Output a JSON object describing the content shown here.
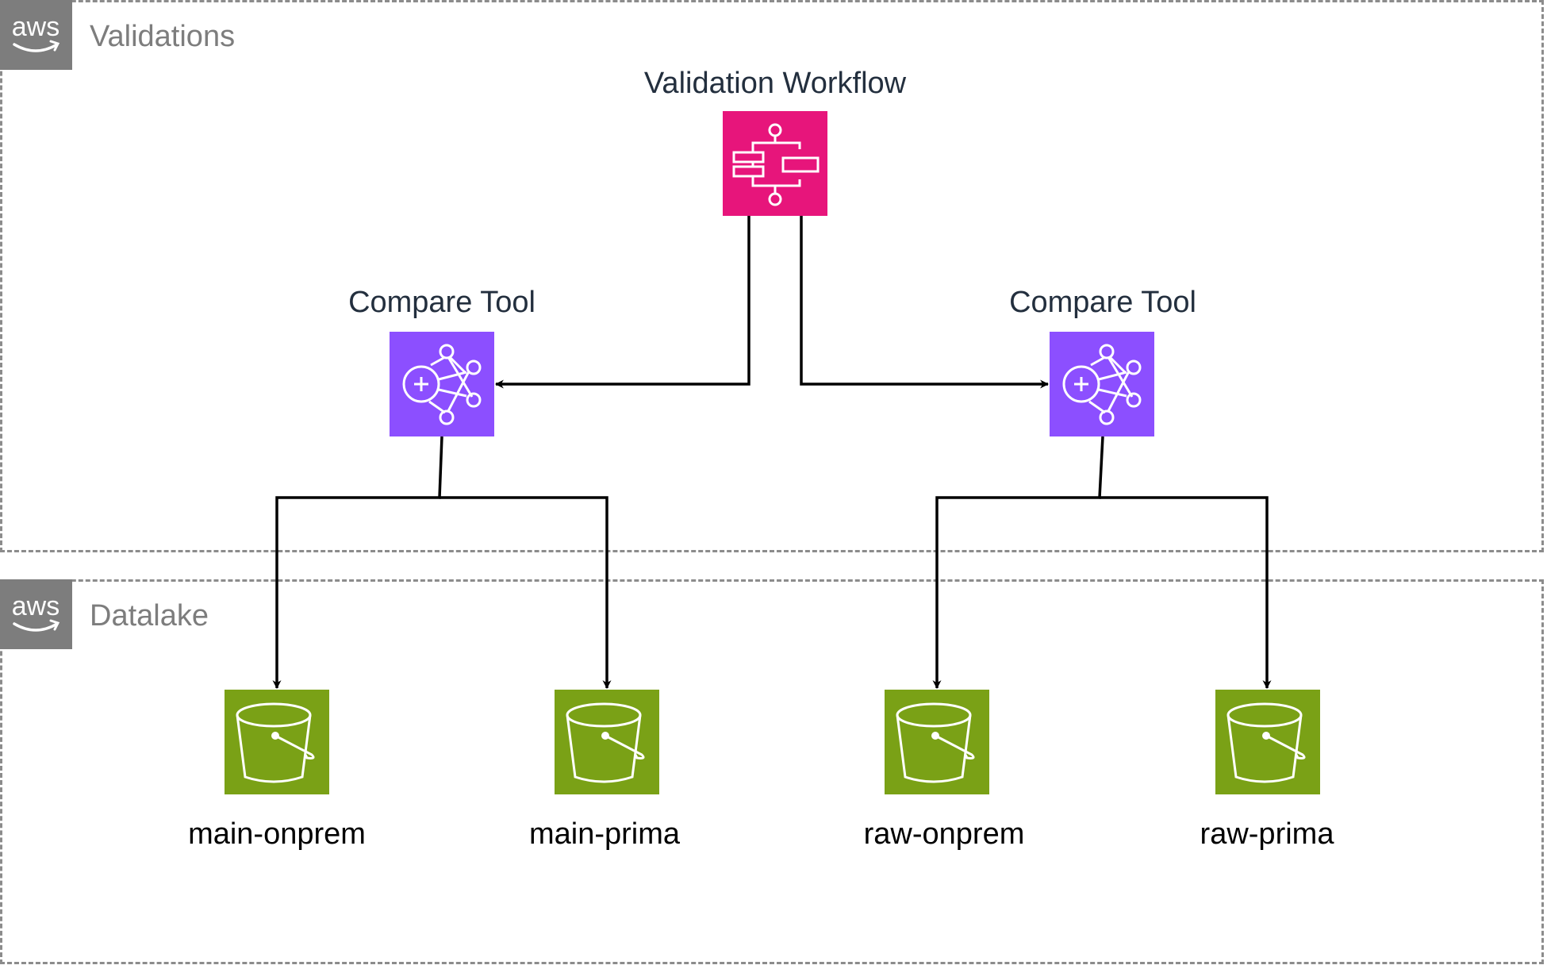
{
  "groups": {
    "validations": {
      "title": "Validations",
      "badge": "aws"
    },
    "datalake": {
      "title": "Datalake",
      "badge": "aws"
    }
  },
  "nodes": {
    "workflow": {
      "label": "Validation Workflow",
      "icon": "step-functions-icon",
      "color": "#e7157b"
    },
    "compare_left": {
      "label": "Compare Tool",
      "icon": "compare-network-icon",
      "color": "#8c4fff"
    },
    "compare_right": {
      "label": "Compare Tool",
      "icon": "compare-network-icon",
      "color": "#8c4fff"
    },
    "buckets": [
      {
        "label": "main-onprem",
        "icon": "s3-bucket-icon",
        "color": "#7aa116"
      },
      {
        "label": "main-prima",
        "icon": "s3-bucket-icon",
        "color": "#7aa116"
      },
      {
        "label": "raw-onprem",
        "icon": "s3-bucket-icon",
        "color": "#7aa116"
      },
      {
        "label": "raw-prima",
        "icon": "s3-bucket-icon",
        "color": "#7aa116"
      }
    ]
  },
  "edges": [
    {
      "from": "Validation Workflow",
      "to": "Compare Tool (left)"
    },
    {
      "from": "Validation Workflow",
      "to": "Compare Tool (right)"
    },
    {
      "from": "Compare Tool (left)",
      "to": "main-onprem"
    },
    {
      "from": "Compare Tool (left)",
      "to": "main-prima"
    },
    {
      "from": "Compare Tool (right)",
      "to": "raw-onprem"
    },
    {
      "from": "Compare Tool (right)",
      "to": "raw-prima"
    }
  ]
}
